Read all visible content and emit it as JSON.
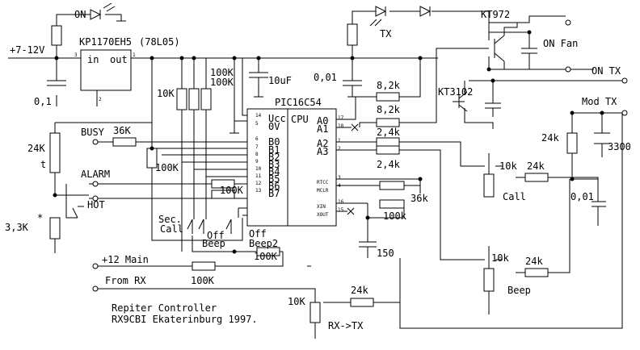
{
  "labels": {
    "power_in": "+7-12V",
    "regulator": "KP1170EH5",
    "regulator_alt": "(78L05)",
    "reg_in": "in",
    "reg_out": "out",
    "reg_pin_in": "3",
    "reg_pin_out": "1",
    "reg_pin_gnd": "2",
    "c_in": "0,1",
    "led_on": "ON",
    "r_10k": "10K",
    "r_100k_a": "100K",
    "r_100k_b": "100K",
    "c_10uf": "10uF",
    "c_001": "0,01",
    "led_tx": "TX",
    "q1": "KT972",
    "on_fan": "ON Fan",
    "on_tx": "ON TX",
    "q2": "KT3102",
    "mod_tx": "Mod TX",
    "r_8k2_a": "8,2k",
    "r_8k2_b": "8,2k",
    "r_2k4_a": "2,4k",
    "r_2k4_b": "2,4k",
    "r_36k_out": "36k",
    "r_100k_osc": "100k",
    "c_150": "150",
    "mcu": "PIC16C54",
    "cpu": "CPU",
    "pins_left": [
      "Ucc",
      "0V",
      "B0",
      "B1",
      "B2",
      "B3",
      "B4",
      "B5",
      "B6",
      "B7"
    ],
    "pinnums_left": [
      "14",
      "5",
      "6",
      "7",
      "8",
      "9",
      "10",
      "11",
      "12",
      "13"
    ],
    "pins_right": [
      "A0",
      "A1",
      "A2",
      "A3",
      "RTCC",
      "MCLR",
      "XIN",
      "XOUT"
    ],
    "pinnums_right": [
      "17",
      "18",
      "1",
      "2",
      "3",
      "4",
      "16",
      "15"
    ],
    "busy": "BUSY",
    "r_36k_busy": "36K",
    "thermistor": "24K",
    "t_mark": "t",
    "r_100k_pull": "100K",
    "alarm": "ALARM",
    "hot": "HOT",
    "r_100k_alarm": "100K",
    "r_33k": "3,3K",
    "asterisk": "*",
    "sec_call": "Sec.",
    "sec_call2": "Call",
    "off_beep": "Off",
    "off_beep2": "Beep",
    "off_beep2_a": "Off",
    "off_beep2_b": "Beep2",
    "r_10k_call": "10k",
    "r_24k_call": "24k",
    "call": "Call",
    "c_001_call": "0,01",
    "r_24k_mod": "24k",
    "c_3300": "3300",
    "r_10k_beep": "10k",
    "r_24k_beep": "24k",
    "beep": "Beep",
    "plus12_main": "+12 Main",
    "r_100k_main_a": "100K",
    "r_100k_main_b": "100K",
    "from_rx": "From RX",
    "r_10k_rx": "10K",
    "r_24k_rx": "24k",
    "rx_tx": "RX->TX",
    "title1": "Repiter Controller",
    "title2": "RX9CBI Ekaterinburg 1997."
  }
}
